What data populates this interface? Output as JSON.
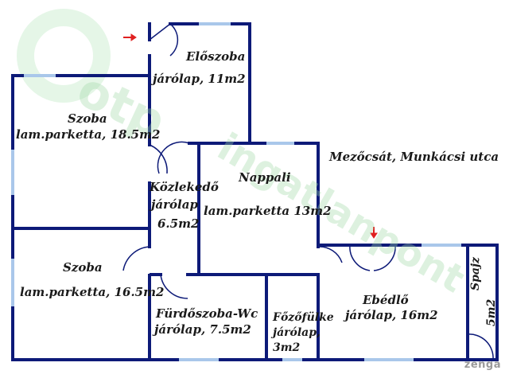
{
  "rooms": {
    "eloszoba": {
      "name": "Előszoba",
      "detail": "járólap, 11m2"
    },
    "szoba1": {
      "name": "Szoba",
      "detail": "lam.parketta, 18.5m2"
    },
    "kozlekedo": {
      "name": "Közlekedő",
      "detail": "járólap",
      "area": "6.5m2"
    },
    "nappali": {
      "name": "Nappali",
      "detail": "lam.parketta 13m2"
    },
    "szoba2": {
      "name": "Szoba",
      "detail": "lam.parketta, 16.5m2"
    },
    "furdo": {
      "name": "Fürdőszoba-Wc",
      "detail": "járólap, 7.5m2"
    },
    "fozofulke": {
      "name": "Főzőfülke",
      "detail": "járólap,",
      "area": "3m2"
    },
    "ebedlo": {
      "name": "Ebédlő",
      "detail": "járólap, 16m2"
    },
    "spajz": {
      "name": "Spajz",
      "area": "5m2"
    }
  },
  "location": "Mezőcsát, Munkácsi utca",
  "watermark": {
    "brand": "otp",
    "site": "ingatlanpont",
    "logo": "zenga"
  },
  "colors": {
    "wall": "#0d1a78",
    "window": "#a9c7ea",
    "arrow": "#e02020",
    "watermark": "#9fd8a6"
  }
}
